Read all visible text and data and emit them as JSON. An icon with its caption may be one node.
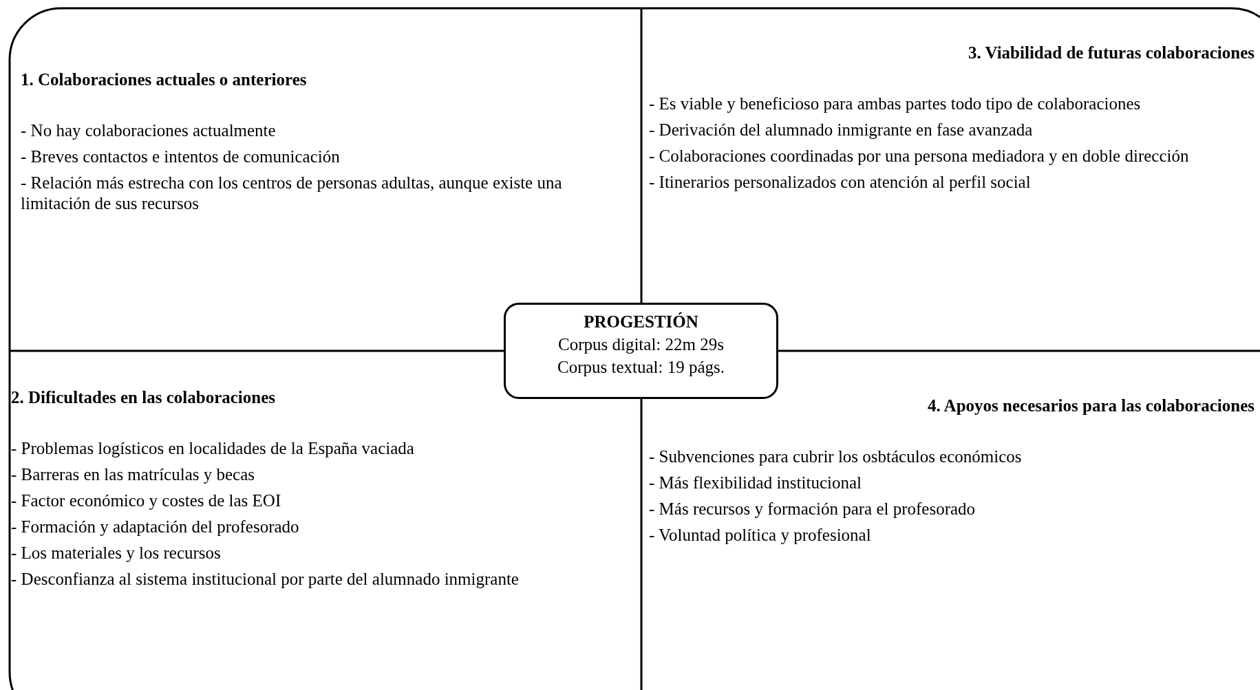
{
  "diagram": {
    "nodes": [
      {
        "text": [
          "1. Colaboraciones actuales o anteriores",
          "- No hay colaboraciones actualmente",
          "- Breves contactos e intentos de comunicación",
          "- Relación más estrecha con los centros de personas adultas, aunque existe una limitación de sus recursos"
        ]
      },
      {
        "text": [
          "3. Viabilidad de futuras colaboraciones",
          "- Es viable y beneficioso para ambas partes todo tipo de colaboraciones",
          "- Derivación del alumnado inmigrante en fase avanzada",
          "- Colaboraciones coordinadas por una persona mediadora y en doble dirección",
          "- Itinerarios personalizados con atención al perfil social"
        ]
      },
      {
        "text": [
          "PROGESTIÓN",
          "Corpus digital:  22m 29s",
          "Corpus textual: 19 págs."
        ]
      },
      {
        "text": [
          "2. Dificultades en las colaboraciones",
          "- Problemas logísticos en localidades de la España vaciada",
          "- Barreras en las matrículas y becas",
          "- Factor económico y costes de las EOI",
          "- Formación y adaptación del profesorado",
          "- Los materiales y los recursos",
          "- Desconfianza al sistema institucional por parte del alumnado inmigrante"
        ]
      },
      {
        "text": [
          "4. Apoyos necesarios para las colaboraciones",
          "- Subvenciones para cubrir los osbtáculos económicos",
          "- Más flexibilidad institucional",
          "- Más recursos y formación para el profesorado",
          "- Voluntad política y profesional"
        ]
      }
    ]
  }
}
